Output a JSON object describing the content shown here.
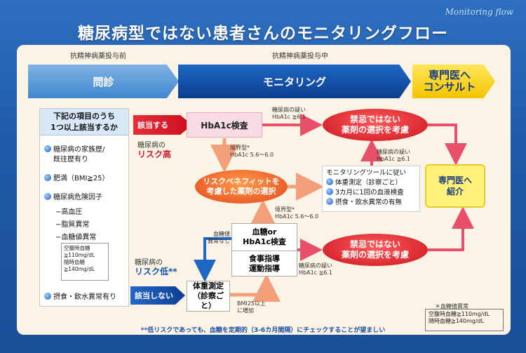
{
  "title": "糖尿病型ではない患者さんのモニタリングフロー",
  "subtitle": "Monitoring flow",
  "header": {
    "before": "抗精神病薬投与前",
    "during": "抗精神病薬投与中"
  },
  "phases": {
    "interview": "問診",
    "monitoring": "モニタリング",
    "consult_l1": "専門医へ",
    "consult_l2": "コンサルト"
  },
  "criteria": {
    "head_l1": "下記の項目のうち",
    "head_l2": "1つ以上該当するか",
    "family_l1": "糖尿病の家族歴/",
    "family_l2": "既往歴有り",
    "bmi": "肥満（BMI≧25）",
    "risk_head": "糖尿病危険因子",
    "risk1": "−高血圧",
    "risk2": "−脂質異常",
    "risk3": "−血糖値異常",
    "fasting_l1": "空腹時血糖",
    "fasting_l2": "≧110mg/dL",
    "random_l1": "随時血糖",
    "random_l2": "≧140mg/dL",
    "eating": "摂食・飲水異常有り"
  },
  "labels": {
    "applicable": "該当する",
    "not_applicable": "該当しない",
    "diabetes_label": "糖尿病の",
    "high_risk": "リスク高",
    "low_risk": "リスク低**",
    "hba1c_test": "HbA1c検査",
    "borderline": "境界型*",
    "borderline_val": "HbA1c 5.6〜6.0",
    "diab_suspect": "糖尿病の疑い",
    "hba1c_61": "HbA1c ≧6.1",
    "risk_benefit_l1": "リスクベネフィットを",
    "risk_benefit_l2": "考慮した薬剤の選択",
    "contra_l1": "禁忌ではない",
    "contra_l2": "薬剤の選択を考慮",
    "monitor_head": "モニタリングツールに従い",
    "monitor1": "体重測定（診察ごと）",
    "monitor2": "3カ月に1回の血液検査",
    "monitor3": "摂食・飲水異常の有無",
    "specialist_l1": "専門医へ",
    "specialist_l2": "紹介",
    "blood_l1": "血糖or",
    "blood_l2": "HbA1c検査",
    "diet_l1": "食事指導",
    "diet_l2": "運動指導",
    "weight_l1": "体重測定",
    "weight_l2": "（診察ごと）",
    "glucose_ok_l1": "血糖値",
    "glucose_ok_l2": "異常なし",
    "bmi_increase_l1": "BMI25以上",
    "bmi_increase_l2": "に増加"
  },
  "footnote": "**低リスクであっても、血糖を定期的（3-6カ月間隔）にチェックすることが望ましい",
  "legend": {
    "head": "＊血糖値異常",
    "l1": "空腹時血糖≧110mg/dL",
    "l2": "随時血糖≧140mg/dL"
  },
  "colors": {
    "background": "#1f5aa8",
    "panel": "#fbf4e6",
    "arrow_red": "#e8506a",
    "arrow_orange": "#f3a07a",
    "arrow_blue": "#1e66c4",
    "specialist": "#fff27a"
  }
}
